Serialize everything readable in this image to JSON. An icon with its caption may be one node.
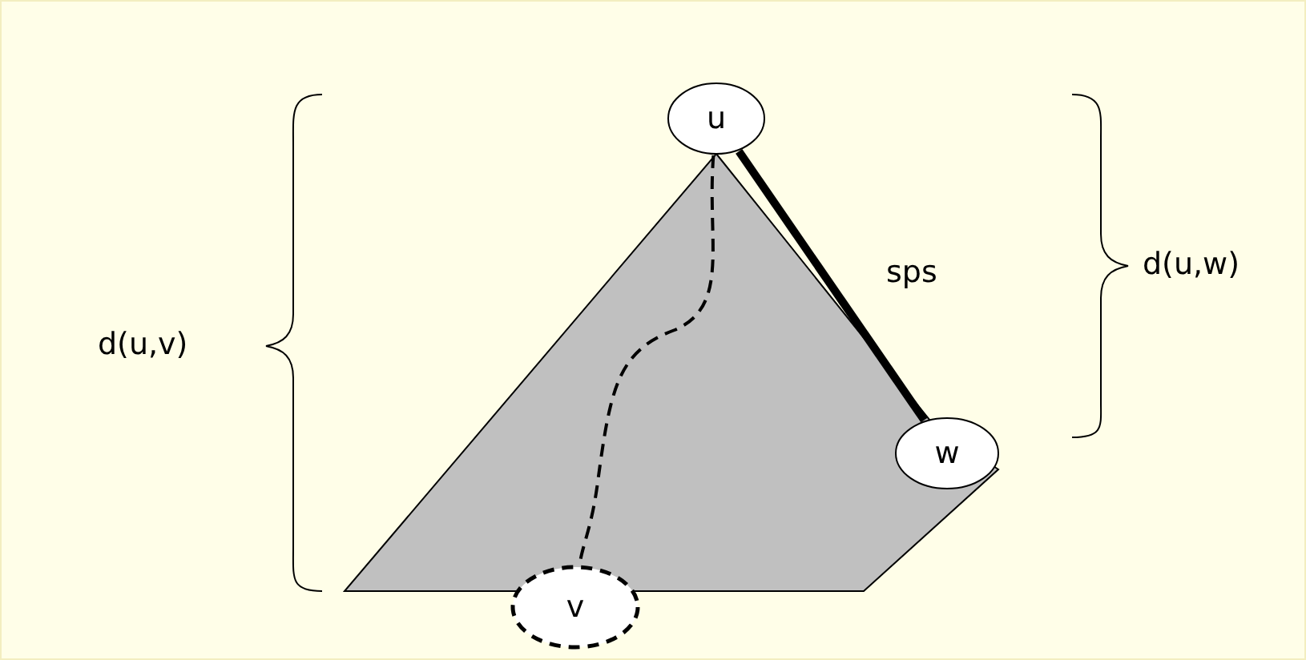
{
  "diagram": {
    "nodes": [
      {
        "text": [
          "u"
        ]
      },
      {
        "text": [
          "w"
        ]
      },
      {
        "text": [
          "v"
        ]
      }
    ],
    "edges": [
      {
        "from": 0,
        "to": 1,
        "arrow": "none",
        "style": "thick",
        "label": "sps"
      },
      {
        "from": 0,
        "to": 2,
        "arrow": "none",
        "style": "dashed"
      }
    ],
    "labels": [
      "d(u,v)",
      "d(u,w)"
    ]
  }
}
